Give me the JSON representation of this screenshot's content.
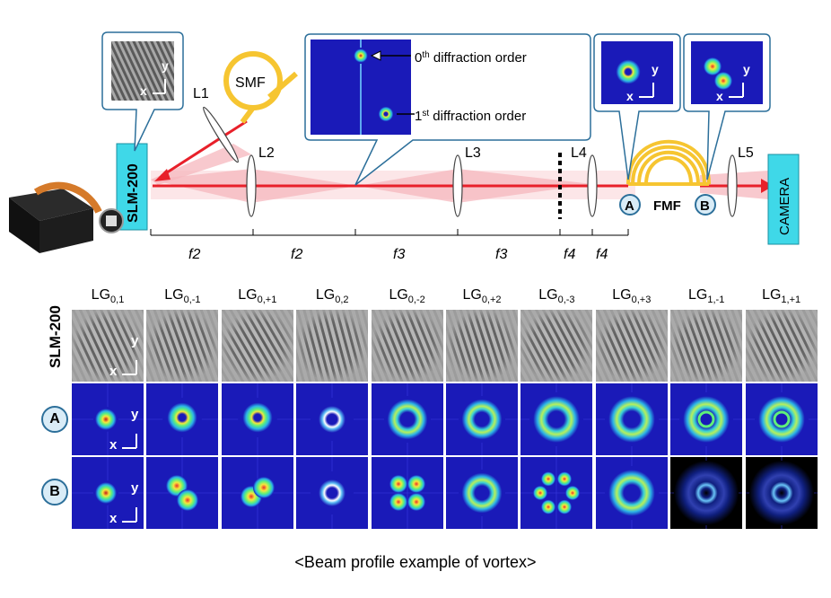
{
  "setup": {
    "slm_label": "SLM-200",
    "smf_label": "SMF",
    "fmf_label": "FMF",
    "camera_label": "CAMERA",
    "lenses": [
      "L1",
      "L2",
      "L3",
      "L4",
      "L5"
    ],
    "point_a": "A",
    "point_b": "B",
    "order0": "0",
    "order0_sup": "th",
    "order0_text": " diffraction order",
    "order1": "1",
    "order1_sup": "st",
    "order1_text": " diffraction order",
    "axis_x": "x",
    "axis_y": "y",
    "focal_labels": [
      "f2",
      "f2",
      "f3",
      "f3",
      "f4",
      "f4"
    ]
  },
  "grid": {
    "row_slm_label": "SLM-200",
    "row_a_label": "A",
    "row_b_label": "B",
    "axis_x": "x",
    "axis_y": "y",
    "columns": [
      {
        "base": "LG",
        "sub": "0,1"
      },
      {
        "base": "LG",
        "sub": "0,-1"
      },
      {
        "base": "LG",
        "sub": "0,+1"
      },
      {
        "base": "LG",
        "sub": "0,2"
      },
      {
        "base": "LG",
        "sub": "0,-2"
      },
      {
        "base": "LG",
        "sub": "0,+2"
      },
      {
        "base": "LG",
        "sub": "0,-3"
      },
      {
        "base": "LG",
        "sub": "0,+3"
      },
      {
        "base": "LG",
        "sub": "1,-1"
      },
      {
        "base": "LG",
        "sub": "1,+1"
      }
    ]
  },
  "caption": "<Beam profile example of vortex>",
  "colors": {
    "beam": "#e8202a",
    "beam_halo": "#f6b7bd",
    "slm_box": "#3fd8e8",
    "fiber": "#f6c531",
    "profile_bg": "#1a1ab8",
    "callout_fill": "#ffffff",
    "callout_stroke": "#2c6f9a"
  }
}
